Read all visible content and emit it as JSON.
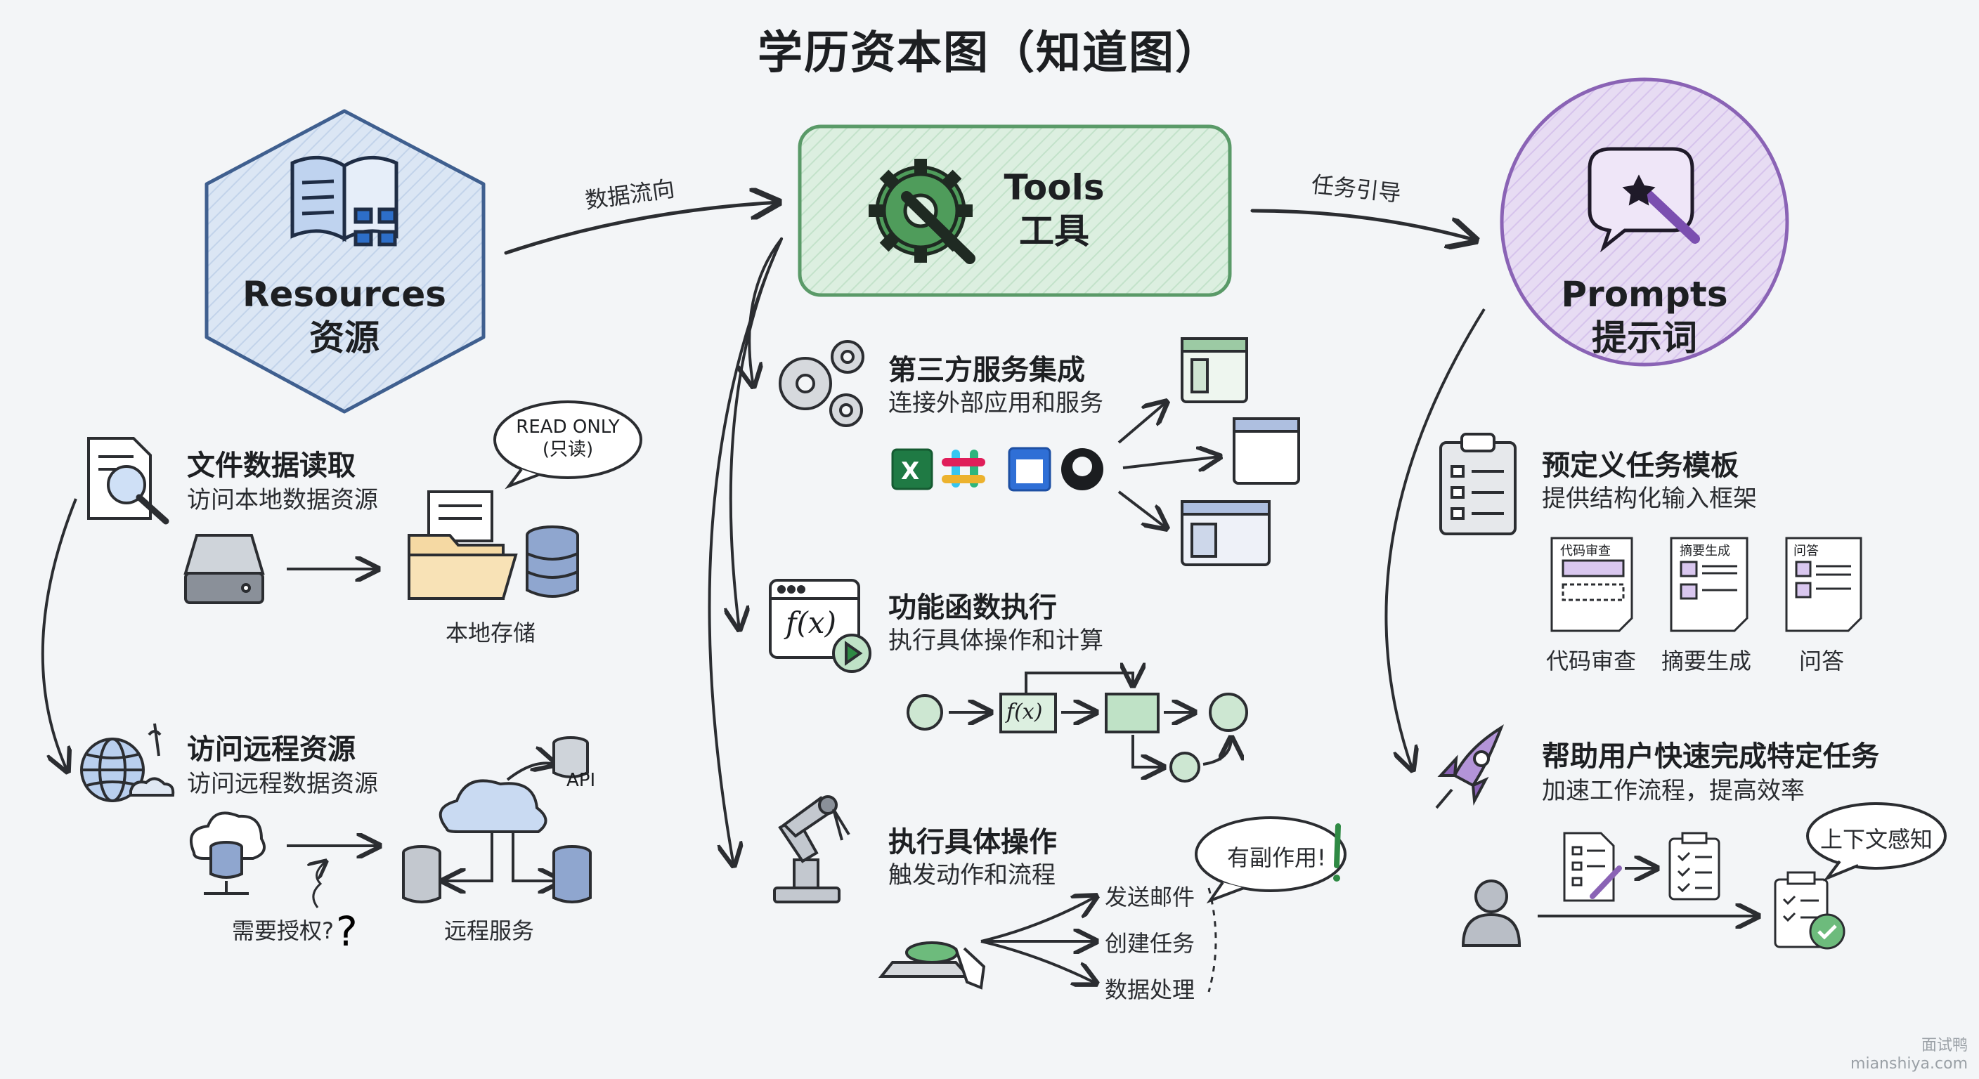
{
  "title": "学历资本图（知道图）",
  "hubs": {
    "resources": {
      "en": "Resources",
      "zh": "资源"
    },
    "tools": {
      "en": "Tools",
      "zh": "工具"
    },
    "prompts": {
      "en": "Prompts",
      "zh": "提示词"
    }
  },
  "edges": {
    "data_flow": "数据流向",
    "task_guide": "任务引导"
  },
  "resources": {
    "file_read": {
      "title": "文件数据读取",
      "desc": "访问本地数据资源"
    },
    "read_only": {
      "line1": "READ ONLY",
      "line2": "(只读)"
    },
    "local_storage": "本地存储",
    "remote": {
      "title": "访问远程资源",
      "desc": "访问远程数据资源"
    },
    "api": "API",
    "auth": "需要授权?",
    "remote_service": "远程服务"
  },
  "tools": {
    "third_party": {
      "title": "第三方服务集成",
      "desc": "连接外部应用和服务"
    },
    "function": {
      "title": "功能函数执行",
      "desc": "执行具体操作和计算"
    },
    "fx": "f(x)",
    "action": {
      "title": "执行具体操作",
      "desc": "触发动作和流程"
    },
    "side_effect": "有副作用!",
    "actions": [
      "发送邮件",
      "创建任务",
      "数据处理"
    ]
  },
  "prompts": {
    "templates": {
      "title": "预定义任务模板",
      "desc": "提供结构化输入框架"
    },
    "cards": [
      {
        "tag": "代码审查",
        "label": "代码审查"
      },
      {
        "tag": "摘要生成",
        "label": "摘要生成"
      },
      {
        "tag": "问答",
        "label": "问答"
      }
    ],
    "help": {
      "title": "帮助用户快速完成特定任务",
      "desc": "加速工作流程，提高效率"
    },
    "context": "上下文感知"
  },
  "watermark": {
    "line1": "面试鸭",
    "line2": "mianshiya.com"
  },
  "colors": {
    "resources_fill": "#dbe6f4",
    "resources_stroke": "#3f5f8f",
    "tools_fill": "#dcefe0",
    "tools_stroke": "#5a9a68",
    "prompts_fill": "#e7dcf3",
    "prompts_stroke": "#8a63b5",
    "ink": "#2b2d31"
  }
}
